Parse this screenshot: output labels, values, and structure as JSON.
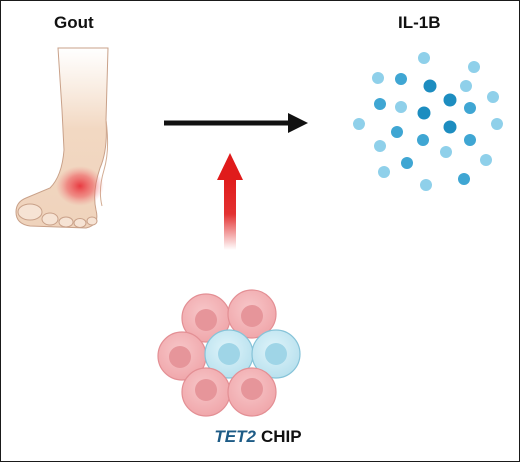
{
  "labels": {
    "gout": "Gout",
    "cytokine": "IL-1B",
    "chip_gene": "TET2",
    "chip_suffix": "CHIP"
  },
  "colors": {
    "border": "#1a1a1a",
    "arrow_main": "#111111",
    "arrow_up": "#e01b1b",
    "gene_text": "#1d5b86",
    "cell_pink": "#f4b6b9",
    "cell_blue": "#c9e9f4",
    "dot_light": "#8fd0ea",
    "dot_dark": "#1d8dc0"
  },
  "icons": {
    "foot": "inflamed-foot-icon",
    "cytokines": "cytokine-particles-icon",
    "cells": "cell-cluster-icon"
  }
}
